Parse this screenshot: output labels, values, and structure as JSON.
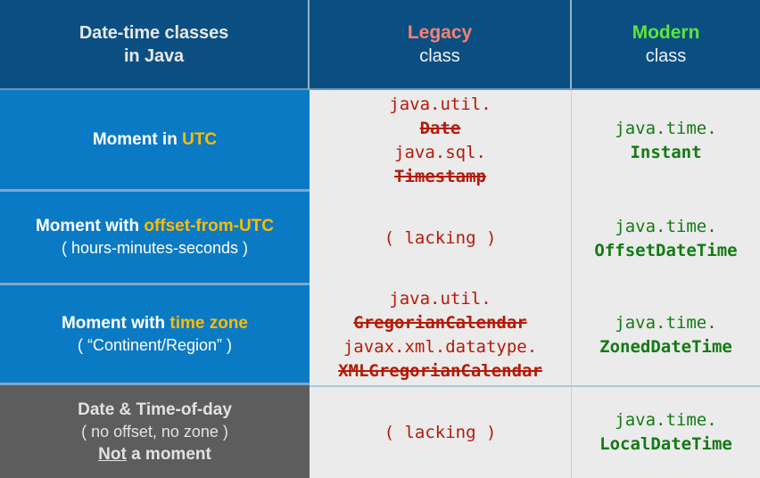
{
  "header": {
    "col1_line1": "Date-time classes",
    "col1_line2": "in Java",
    "col2_line1": "Legacy",
    "col2_line2": "class",
    "col3_line1": "Modern",
    "col3_line2": "class"
  },
  "colors": {
    "header_bg": "#0b4f82",
    "label_bg": "#0b7ac4",
    "label_bg_gray": "#5d5d5d",
    "code_bg": "#ebebeb",
    "legacy_accent": "#fa8072",
    "modern_accent": "#5ce636",
    "highlight": "#ffbb00",
    "legacy_text": "#b51a08",
    "modern_text": "#137a13"
  },
  "rows": [
    {
      "label_main_pre": "Moment in ",
      "label_main_hl": "UTC",
      "label_main_post": "",
      "label_sub": "",
      "legacy": [
        {
          "text": "java.util.",
          "strike": false
        },
        {
          "text": "Date",
          "strike": true
        },
        {
          "text": "java.sql.",
          "strike": false
        },
        {
          "text": "Timestamp",
          "strike": true
        }
      ],
      "modern": [
        {
          "text": "java.time.",
          "bold": false
        },
        {
          "text": "Instant",
          "bold": true
        }
      ]
    },
    {
      "label_main_pre": "Moment with ",
      "label_main_hl": "offset-from-UTC",
      "label_main_post": "",
      "label_sub": "( hours-minutes-seconds )",
      "legacy": [
        {
          "text": "( lacking )",
          "strike": false
        }
      ],
      "modern": [
        {
          "text": "java.time.",
          "bold": false
        },
        {
          "text": "OffsetDateTime",
          "bold": true
        }
      ]
    },
    {
      "label_main_pre": "Moment with ",
      "label_main_hl": "time zone",
      "label_main_post": "",
      "label_sub": "( “Continent/Region” )",
      "legacy": [
        {
          "text": "java.util.",
          "strike": false
        },
        {
          "text": "GregorianCalendar",
          "strike": true
        },
        {
          "text": "javax.xml.datatype.",
          "strike": false
        },
        {
          "text": "XMLGregorianCalendar",
          "strike": true
        }
      ],
      "modern": [
        {
          "text": "java.time.",
          "bold": false
        },
        {
          "text": "ZonedDateTime",
          "bold": true
        }
      ]
    },
    {
      "label_main_pre": "Date & Time-of-day",
      "label_main_hl": "",
      "label_main_post": "",
      "label_sub": "( no offset, no zone )",
      "label_sub2_underlined": "Not",
      "label_sub2_rest": " a moment",
      "legacy": [
        {
          "text": "( lacking )",
          "strike": false
        }
      ],
      "modern": [
        {
          "text": "java.time.",
          "bold": false
        },
        {
          "text": "LocalDateTime",
          "bold": true
        }
      ]
    }
  ]
}
